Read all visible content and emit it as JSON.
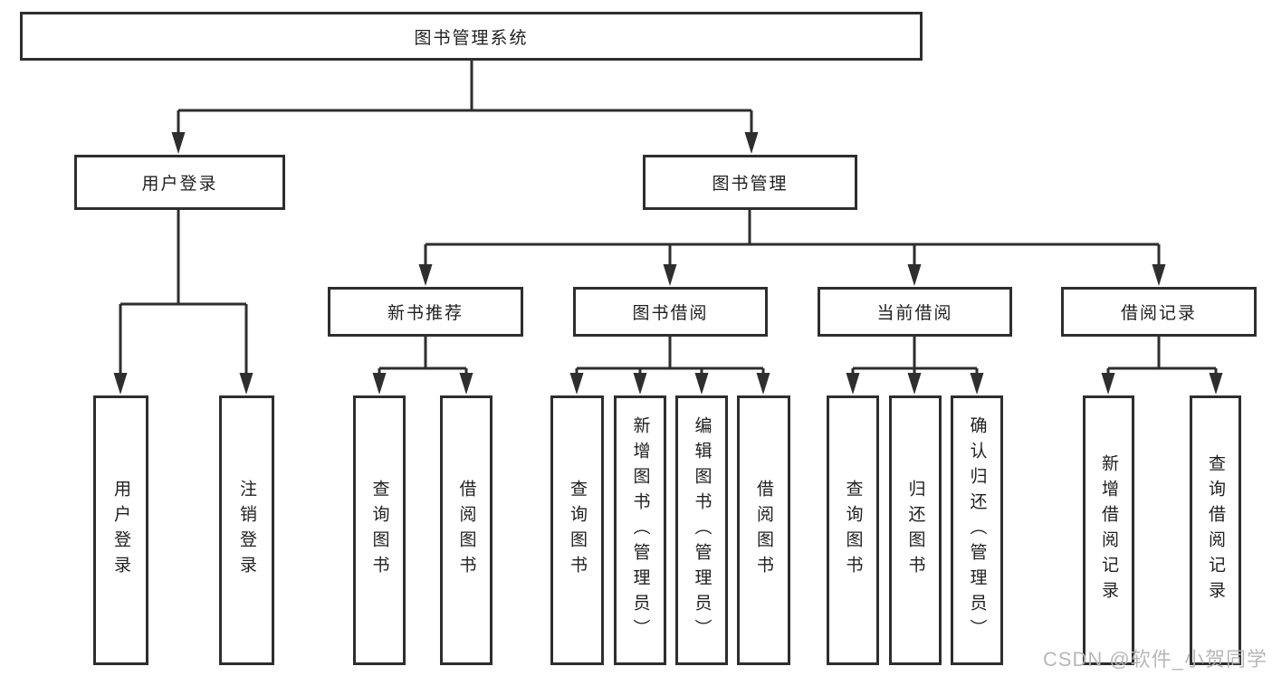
{
  "diagram": {
    "type": "hierarchy-flowchart",
    "watermark": "CSDN @软件_小贺同学",
    "colors": {
      "background": "#ffffff",
      "box_border": "#2e2e2e",
      "connector_line": "#2e2e2e",
      "text": "#1f1f1f",
      "watermark_text": "#b4b4b4"
    },
    "nodes": {
      "root": "图书管理系统",
      "login": "用户登录",
      "mgmt": "图书管理",
      "login_user": "用户登录",
      "login_logout": "注销登录",
      "rec": "新书推荐",
      "rec_query": "查询图书",
      "rec_borrow": "借阅图书",
      "borrow": "图书借阅",
      "borrow_query": "查询图书",
      "borrow_add": "新增图书（管理员）",
      "borrow_edit": "编辑图书（管理员）",
      "borrow_lend": "借阅图书",
      "current": "当前借阅",
      "current_query": "查询图书",
      "current_return": "归还图书",
      "current_confirm": "确认归还（管理员）",
      "record": "借阅记录",
      "record_add": "新增借阅记录",
      "record_query": "查询借阅记录"
    },
    "hierarchy": {
      "图书管理系统": {
        "用户登录": [
          "用户登录",
          "注销登录"
        ],
        "图书管理": {
          "新书推荐": [
            "查询图书",
            "借阅图书"
          ],
          "图书借阅": [
            "查询图书",
            "新增图书（管理员）",
            "编辑图书（管理员）",
            "借阅图书"
          ],
          "当前借阅": [
            "查询图书",
            "归还图书",
            "确认归还（管理员）"
          ],
          "借阅记录": [
            "新增借阅记录",
            "查询借阅记录"
          ]
        }
      }
    }
  }
}
